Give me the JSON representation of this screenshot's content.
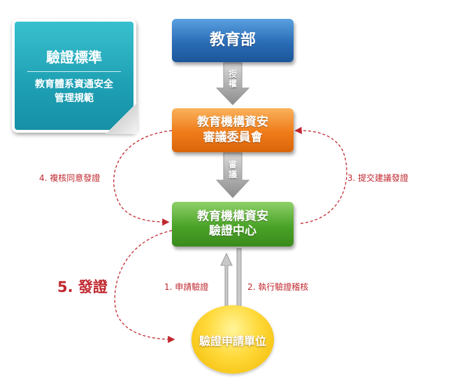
{
  "standard_card": {
    "title": "驗證標準",
    "subtitle_line1": "教育體系資通安全",
    "subtitle_line2": "管理規範"
  },
  "nodes": {
    "ministry": "教育部",
    "committee_line1": "教育機構資安",
    "committee_line2": "審議委員會",
    "center_line1": "教育機構資安",
    "center_line2": "驗證中心",
    "applicant": "驗證申請單位"
  },
  "arrows": {
    "authorize_1": "授",
    "authorize_2": "權",
    "review_1": "審",
    "review_2": "議"
  },
  "steps": {
    "step1": "1. 申請驗證",
    "step2": "2. 執行驗證稽核",
    "step3": "3. 提交建議發證",
    "step4": "4. 複核同意發證",
    "step5": "5. 發證"
  },
  "colors": {
    "accent_red": "#c0282f",
    "ministry_blue": "#2a6cb6",
    "committee_orange": "#ef7b18",
    "center_green": "#4aa327",
    "card_teal": "#1e9fb3",
    "applicant_yellow": "#ffd93a"
  }
}
